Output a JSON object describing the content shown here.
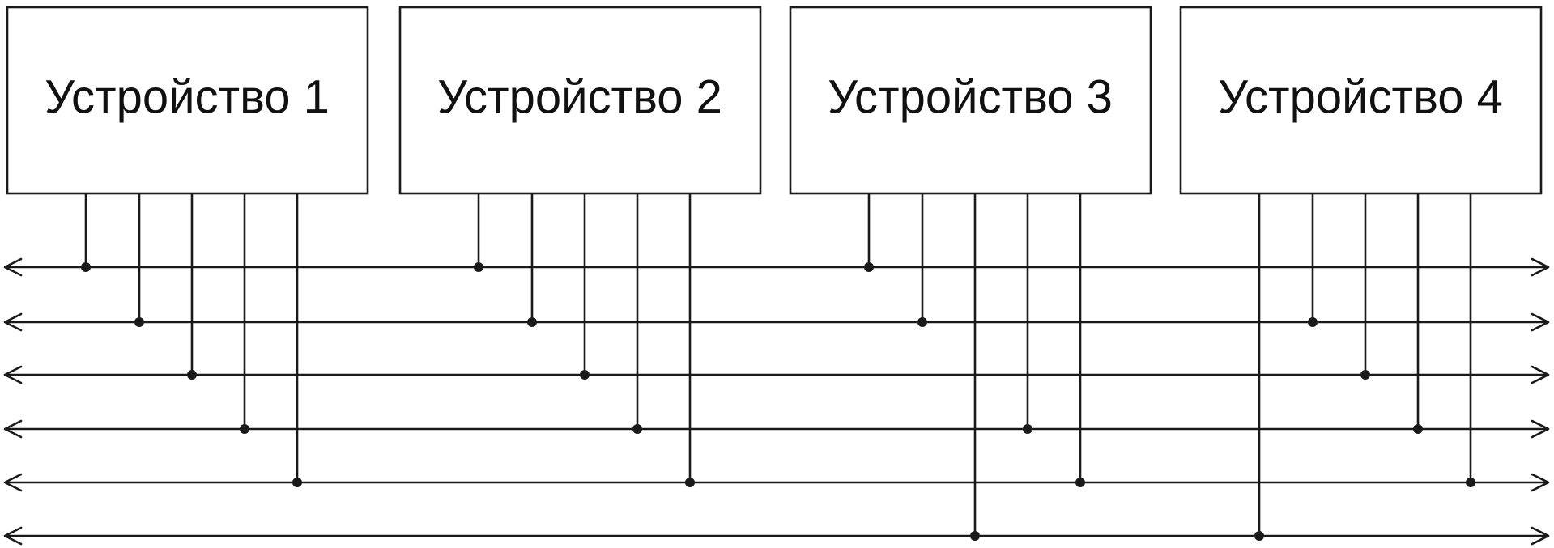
{
  "devices": [
    {
      "label": "Устройство 1",
      "connections": [
        1,
        2,
        3,
        4,
        5
      ]
    },
    {
      "label": "Устройство 2",
      "connections": [
        1,
        2,
        3,
        4,
        5
      ]
    },
    {
      "label": "Устройство 3",
      "connections": [
        1,
        2,
        6,
        4,
        5
      ]
    },
    {
      "label": "Устройство 4",
      "connections": [
        6,
        2,
        3,
        4,
        5
      ]
    }
  ],
  "bus_line_count": 6,
  "bus_direction": "bidirectional",
  "colors": {
    "line": "#1a1a1a",
    "background": "#ffffff"
  }
}
